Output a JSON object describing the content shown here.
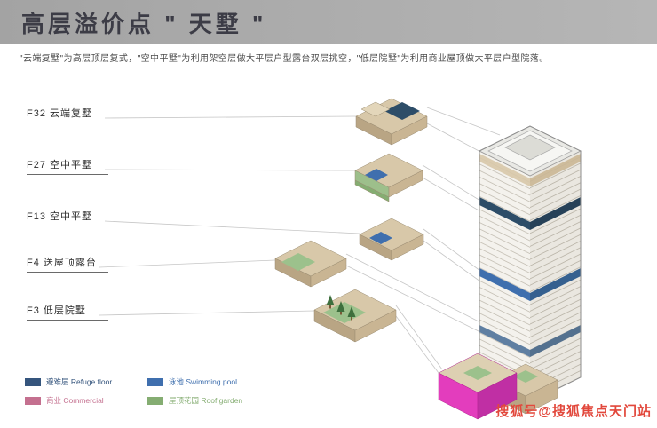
{
  "header": {
    "title": "高层溢价点 \" 天墅 \"",
    "subtitle": "\"云端复墅\"为高层顶层复式，\"空中平墅\"为利用架空层做大平层户型露台双层挑空，\"低层院墅\"为利用商业屋顶做大平层户型院落。"
  },
  "floors": [
    {
      "code": "F32",
      "name": "云端复墅",
      "label": "F32 云端复墅"
    },
    {
      "code": "F27",
      "name": "空中平墅",
      "label": "F27 空中平墅"
    },
    {
      "code": "F13",
      "name": "空中平墅",
      "label": "F13 空中平墅"
    },
    {
      "code": "F4",
      "name": "送屋顶露台",
      "label": "F4 送屋顶露台"
    },
    {
      "code": "F3",
      "name": "低层院墅",
      "label": "F3 低层院墅"
    }
  ],
  "legend": {
    "items": [
      {
        "label": "避难层 Refuge floor",
        "color": "#35557d"
      },
      {
        "label": "泳池 Swimming pool",
        "color": "#3f6fae"
      },
      {
        "label": "商业 Commercial",
        "color": "#c4708f"
      },
      {
        "label": "屋顶花园 Roof garden",
        "color": "#85ad72"
      }
    ]
  },
  "watermark": "搜狐号@搜狐焦点天门站",
  "colors": {
    "banner_bg": "#a9a9a9",
    "building_tan": "#d8c8a9",
    "refuge_navy": "#2d4d68",
    "pool_blue": "#3f6fae",
    "commercial_magenta": "#e33dbd",
    "roof_garden_green": "#9cc18c",
    "watermark_red": "#e2483c"
  }
}
